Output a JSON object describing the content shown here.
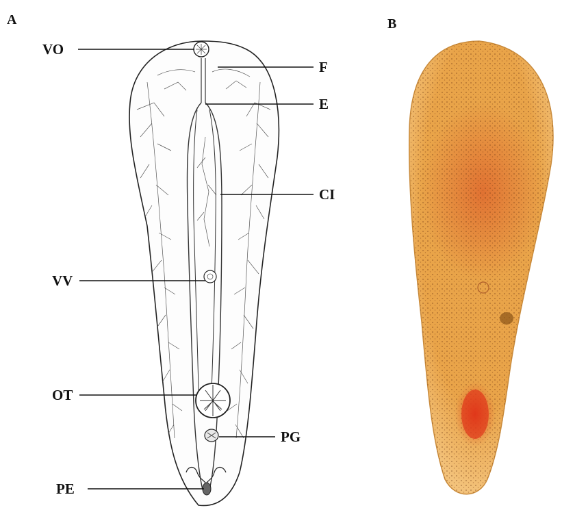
{
  "figure": {
    "panel_a": {
      "letter": "A",
      "labels": {
        "vo": "VO",
        "f": "F",
        "e": "E",
        "ci": "CI",
        "vv": "VV",
        "ot": "OT",
        "pg": "PG",
        "pe": "PE"
      }
    },
    "panel_b": {
      "letter": "B"
    }
  },
  "colors": {
    "ink": "#222222",
    "specimen_base": "#e9a449",
    "specimen_light": "#f3c27a",
    "specimen_red": "#d9481f",
    "specimen_dots": "#6a3412"
  }
}
